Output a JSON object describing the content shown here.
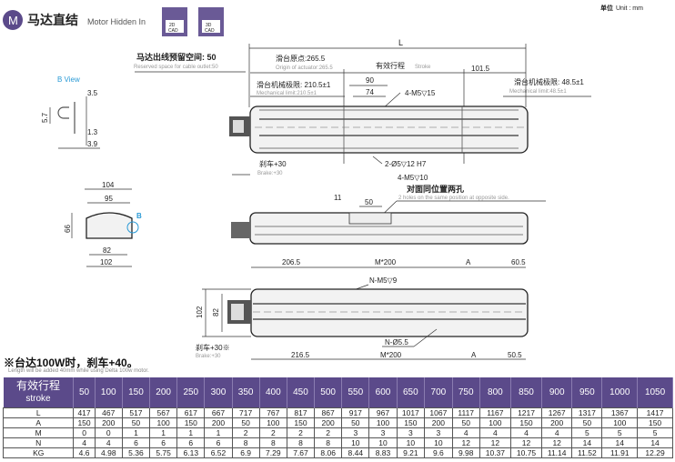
{
  "header": {
    "badge": "M",
    "title_cn": "马达直结",
    "title_en": "Motor Hidden In",
    "cad2d": [
      "2D",
      "CAD"
    ],
    "cad3d": [
      "3D",
      "CAD"
    ],
    "unit_cn": "单位",
    "unit_en": "Unit : mm",
    "accent": "#5b4a8a"
  },
  "top_view": {
    "L": "L",
    "cable_cn": "马达出线预留空间: 50",
    "cable_en": "Reserved space for cable outlet:50",
    "origin_cn": "滑台原点:265.5",
    "origin_en": "Origin of actuator:265.5",
    "stroke_cn": "有效行程",
    "stroke_en": "Stroke",
    "d101": "101.5",
    "mech_left_cn": "滑台机械极限: 210.5±1",
    "mech_left_en": "Mechanical limit:210.5±1",
    "d90": "90",
    "d74": "74",
    "m5_15": "4-M5▽15",
    "mech_right_cn": "滑台机械极限: 48.5±1",
    "mech_right_en": "Mechanical limit:48.5±1",
    "brake_cn": "刹车+30",
    "brake_en": "Brake:+30",
    "pin": "2-Ø5▽12 H7"
  },
  "side_view": {
    "m5_10": "4-M5▽10",
    "opp_cn": "对面同位置两孔",
    "opp_en": "2 holes on the same position at opposite side.",
    "d11": "11",
    "d50": "50"
  },
  "bottom_view": {
    "t1": "206.5",
    "t2": "M*200",
    "t3": "A",
    "t4": "60.5",
    "nm5": "N-M5▽9",
    "n55": "N-Ø5.5",
    "b1": "216.5",
    "b2": "M*200",
    "b3": "A",
    "b4": "50.5",
    "h102": "102",
    "h82": "82",
    "brake_cn": "刹车+30※",
    "brake_en": "Brake:+30"
  },
  "b_view": {
    "title": "B View",
    "d35": "3.5",
    "d57": "5.7",
    "d13": "1.3",
    "d39": "3.9"
  },
  "end_view": {
    "d104": "104",
    "d95": "95",
    "d66": "66",
    "d82": "82",
    "d102": "102",
    "b": "B"
  },
  "note": {
    "cn": "※台达100W时，刹车+40。",
    "en": "Length will be added 40mm while using Delta 100w motor."
  },
  "table": {
    "head_cn": "有效行程",
    "head_en": "stroke",
    "strokes": [
      "50",
      "100",
      "150",
      "200",
      "250",
      "300",
      "350",
      "400",
      "450",
      "500",
      "550",
      "600",
      "650",
      "700",
      "750",
      "800",
      "850",
      "900",
      "950",
      "1000",
      "1050"
    ],
    "rows": [
      {
        "label": "L",
        "values": [
          "417",
          "467",
          "517",
          "567",
          "617",
          "667",
          "717",
          "767",
          "817",
          "867",
          "917",
          "967",
          "1017",
          "1067",
          "1117",
          "1167",
          "1217",
          "1267",
          "1317",
          "1367",
          "1417"
        ]
      },
      {
        "label": "A",
        "values": [
          "150",
          "200",
          "50",
          "100",
          "150",
          "200",
          "50",
          "100",
          "150",
          "200",
          "50",
          "100",
          "150",
          "200",
          "50",
          "100",
          "150",
          "200",
          "50",
          "100",
          "150"
        ]
      },
      {
        "label": "M",
        "values": [
          "0",
          "0",
          "1",
          "1",
          "1",
          "1",
          "2",
          "2",
          "2",
          "2",
          "3",
          "3",
          "3",
          "3",
          "4",
          "4",
          "4",
          "4",
          "5",
          "5",
          "5"
        ]
      },
      {
        "label": "N",
        "values": [
          "4",
          "4",
          "6",
          "6",
          "6",
          "6",
          "8",
          "8",
          "8",
          "8",
          "10",
          "10",
          "10",
          "10",
          "12",
          "12",
          "12",
          "12",
          "14",
          "14",
          "14"
        ]
      },
      {
        "label": "KG",
        "values": [
          "4.6",
          "4.98",
          "5.36",
          "5.75",
          "6.13",
          "6.52",
          "6.9",
          "7.29",
          "7.67",
          "8.06",
          "8.44",
          "8.83",
          "9.21",
          "9.6",
          "9.98",
          "10.37",
          "10.75",
          "11.14",
          "11.52",
          "11.91",
          "12.29"
        ]
      }
    ]
  }
}
